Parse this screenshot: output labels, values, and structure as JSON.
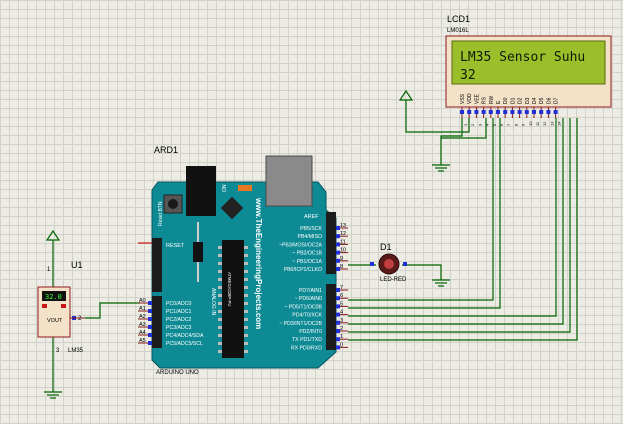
{
  "lcd": {
    "ref": "LCD1",
    "model": "LM016L",
    "line1": "LM35 Sensor Suhu",
    "line2": "32",
    "pins": [
      "VSS",
      "VDD",
      "VEE",
      "RS",
      "RW",
      "E",
      "D0",
      "D1",
      "D2",
      "D3",
      "D4",
      "D5",
      "D6",
      "D7"
    ],
    "pin_numbers": [
      "1",
      "2",
      "3",
      "4",
      "5",
      "6",
      "7",
      "8",
      "9",
      "10",
      "11",
      "12",
      "13",
      "14"
    ]
  },
  "arduino": {
    "ref": "ARD1",
    "model": "ARDUINO UNO",
    "website": "www.TheEngineeringProjects.com",
    "reset_btn": "Reset BTN",
    "on_label": "ON",
    "analog_in": "ANALOG IN",
    "chip_label": "ATMEGA328P-PU",
    "reset_pin": "RESET",
    "aref": "AREF",
    "left_pins": [
      {
        "num": "A0",
        "label": "PC0/ADC0"
      },
      {
        "num": "A1",
        "label": "PC1/ADC1"
      },
      {
        "num": "A2",
        "label": "PC2/ADC2"
      },
      {
        "num": "A3",
        "label": "PC3/ADC3"
      },
      {
        "num": "A4",
        "label": "PC4/ADC4/SDA"
      },
      {
        "num": "A5",
        "label": "PC5/ADC5/SCL"
      }
    ],
    "right_top_pins": [
      {
        "num": "13",
        "label": "PB5/SCK"
      },
      {
        "num": "12",
        "label": "PB4/MISO"
      },
      {
        "num": "11",
        "label": "~PB3/MOSI/OC2A"
      },
      {
        "num": "10",
        "label": "~ PB2/OC1B"
      },
      {
        "num": "9",
        "label": "~ PB1/OC1A"
      },
      {
        "num": "8",
        "label": "PB0/ICP1/CLKO"
      }
    ],
    "right_bottom_pins": [
      {
        "num": "7",
        "label": "PD7/AIN1"
      },
      {
        "num": "6",
        "label": "~ PD6/AIN0"
      },
      {
        "num": "5",
        "label": "~ PD5/T1/OC0B"
      },
      {
        "num": "4",
        "label": "PD4/T0/XCK"
      },
      {
        "num": "3",
        "label": "~ PD3/INT1/OC2B"
      },
      {
        "num": "2",
        "label": "PD2/INT0"
      },
      {
        "num": "1",
        "label": "TX PD1/TXD"
      },
      {
        "num": "0",
        "label": "RX PD0/RXD"
      }
    ]
  },
  "sensor": {
    "ref": "U1",
    "model": "LM35",
    "display": "32.0",
    "vout": "VOUT",
    "pin1": "1",
    "pin2": "2",
    "pin3": "3"
  },
  "led": {
    "ref": "D1",
    "model": "LED-RED"
  },
  "colors": {
    "wire": "#006400",
    "board": "#0e8a94",
    "component_fill": "#f3e1c8",
    "component_border": "#8b1a1a",
    "lcd_screen": "#9bbf2a",
    "pin_blue": "#1f2fd6",
    "pin_red": "#c81414"
  }
}
